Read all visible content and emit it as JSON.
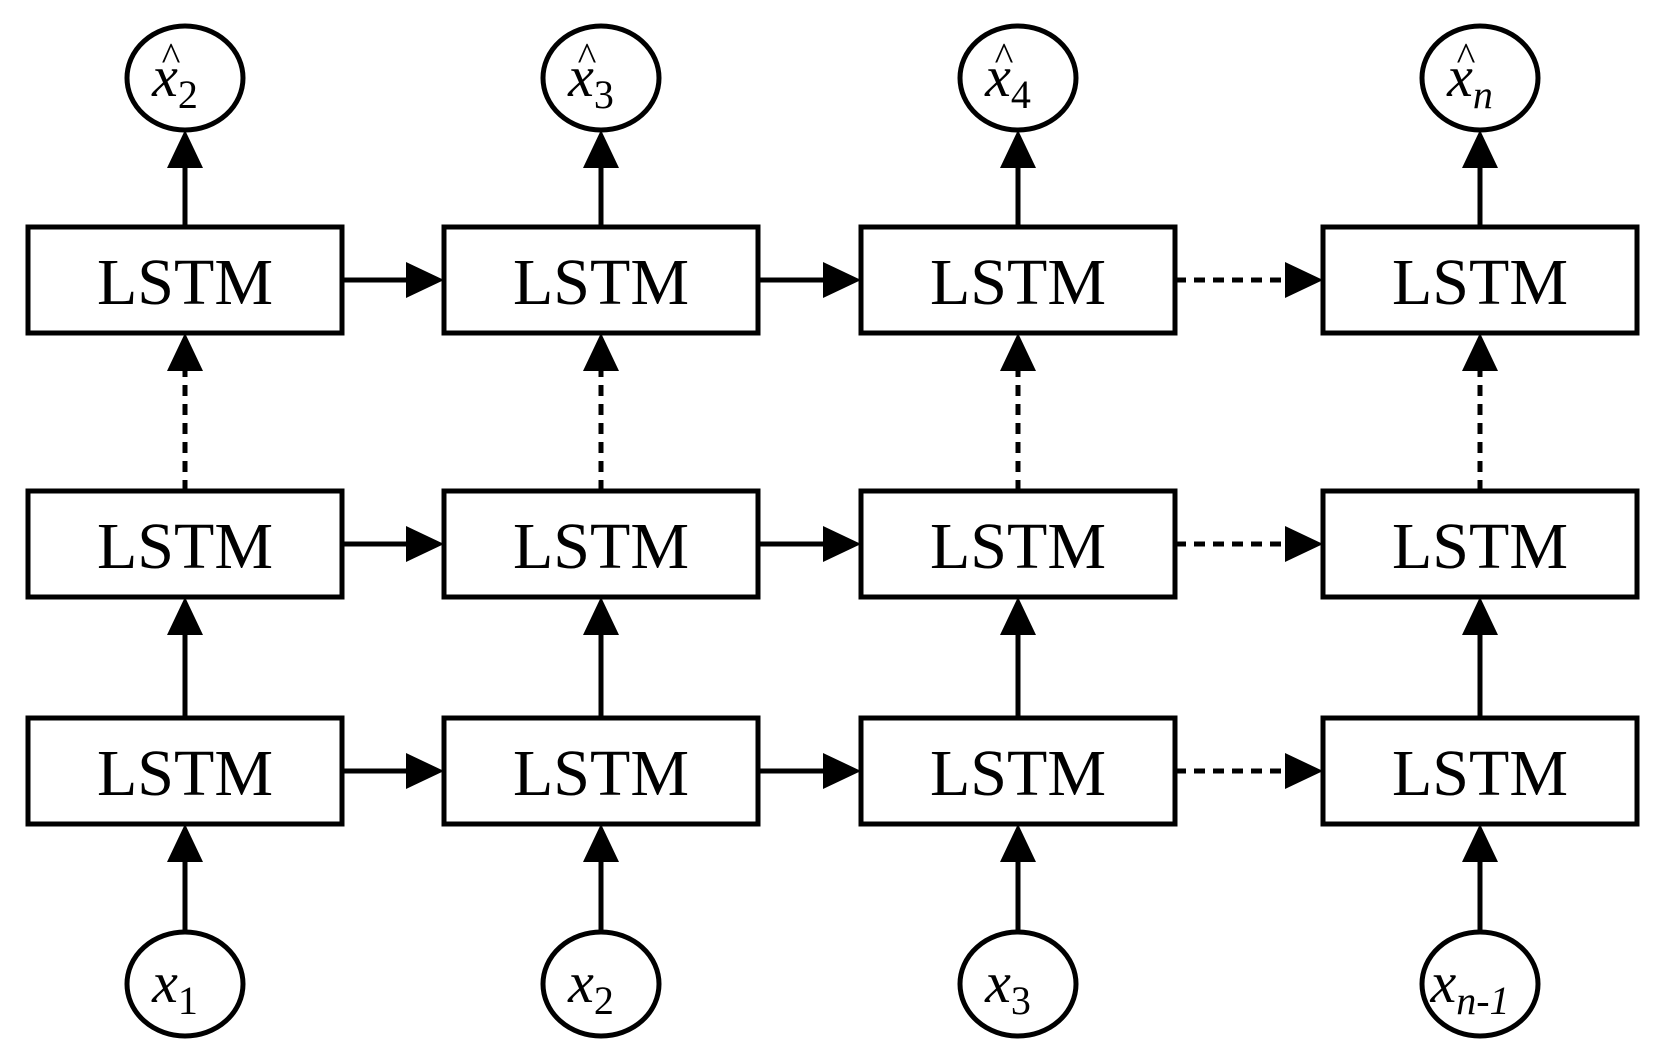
{
  "diagram": {
    "cell_label": "LSTM",
    "columns": [
      {
        "input": {
          "main": "x",
          "sub": "1",
          "sub_italic": false
        },
        "output": {
          "main": "x",
          "hat": "^",
          "sub": "2",
          "sub_italic": false
        }
      },
      {
        "input": {
          "main": "x",
          "sub": "2",
          "sub_italic": false
        },
        "output": {
          "main": "x",
          "hat": "^",
          "sub": "3",
          "sub_italic": false
        }
      },
      {
        "input": {
          "main": "x",
          "sub": "3",
          "sub_italic": false
        },
        "output": {
          "main": "x",
          "hat": "^",
          "sub": "4",
          "sub_italic": false
        }
      },
      {
        "input": {
          "main": "x",
          "sub": "n-1",
          "sub_italic": true
        },
        "output": {
          "main": "x",
          "hat": "^",
          "sub": "n",
          "sub_italic": true
        }
      }
    ],
    "layers": 3,
    "horizontal_links_dashed_between_col3_and_col4": true,
    "vertical_links_dashed_between_layer2_and_layer3": true,
    "colors": {
      "stroke": "#000000",
      "fill": "#ffffff"
    }
  }
}
